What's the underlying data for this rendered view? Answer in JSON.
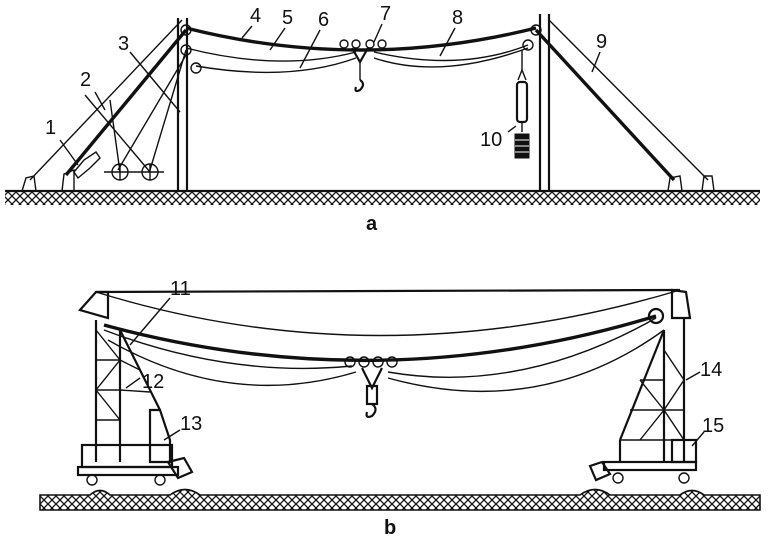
{
  "figure": {
    "panel_a_label": "a",
    "panel_b_label": "b",
    "labels_a": [
      "1",
      "2",
      "3",
      "4",
      "5",
      "6",
      "7",
      "8",
      "9",
      "10"
    ],
    "labels_b": [
      "11",
      "12",
      "13",
      "14",
      "15"
    ]
  },
  "colors": {
    "ink": "#111111",
    "background": "#ffffff"
  }
}
